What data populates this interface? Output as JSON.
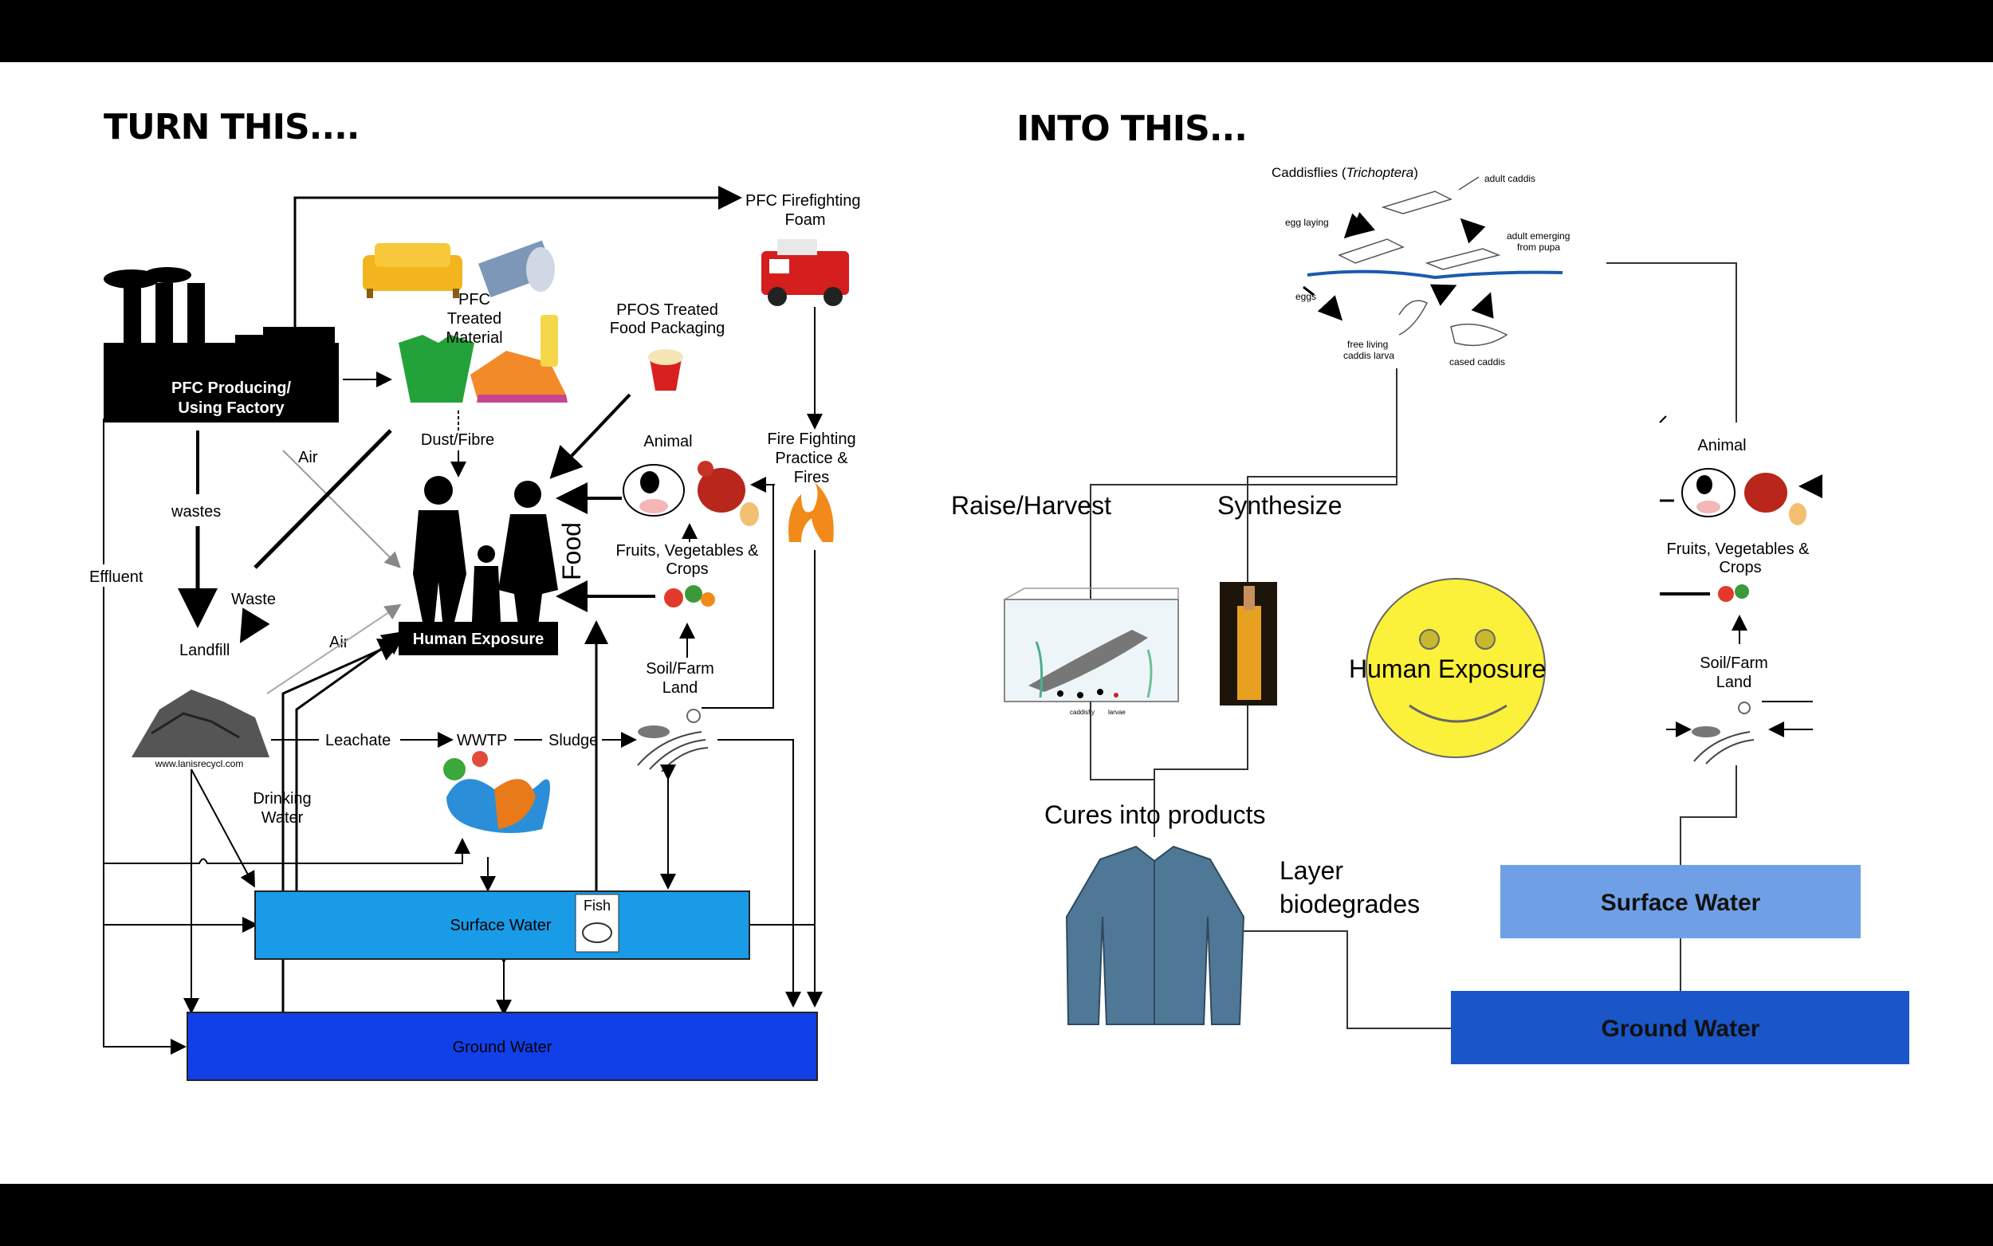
{
  "headings": {
    "left": "TURN THIS....",
    "right": "INTO THIS..."
  },
  "left_diagram": {
    "factory": [
      "PFC Producing/",
      "Using Factory"
    ],
    "firefighting_foam": [
      "PFC Firefighting",
      "Foam"
    ],
    "treated_material": [
      "PFC",
      "Treated",
      "Material"
    ],
    "food_packaging": [
      "PFOS Treated",
      "Food Packaging"
    ],
    "dust_fibre": "Dust/Fibre",
    "air_top": "Air",
    "air_mid": "Air",
    "wastes": "wastes",
    "waste": "Waste",
    "effluent": "Effluent",
    "landfill": "Landfill",
    "animal": "Animal",
    "fire_practice": [
      "Fire Fighting",
      "Practice &",
      "Fires"
    ],
    "fruits": [
      "Fruits, Vegetables &",
      "Crops"
    ],
    "food": "Food",
    "human_exposure": "Human Exposure",
    "soil": [
      "Soil/Farm",
      "Land"
    ],
    "leachate": "Leachate",
    "wwtp": "WWTP",
    "sludge": "Sludge",
    "drinking_water": [
      "Drinking",
      "Water"
    ],
    "surface_water": "Surface Water",
    "fish": "Fish",
    "ground_water": "Ground Water",
    "landfill_credit": "www.lanisrecycl.com"
  },
  "right_diagram": {
    "caddis_title_prefix": "Caddisflies (",
    "caddis_title_italic": "Trichoptera",
    "caddis_title_suffix": ")",
    "caddis_labels": {
      "adult": "adult caddis",
      "egg_laying": "egg laying",
      "emerging": [
        "adult emerging",
        "from pupa"
      ],
      "eggs": "eggs",
      "free_living": [
        "free living",
        "caddis larva"
      ],
      "cased": "cased caddis"
    },
    "tank_labels": [
      "caddisfly",
      "larvae"
    ],
    "raise_harvest": "Raise/Harvest",
    "synthesize": "Synthesize",
    "human_exposure": "Human Exposure",
    "cures": "Cures into products",
    "layer": [
      "Layer",
      "biodegrades"
    ],
    "animal": "Animal",
    "fruits": [
      "Fruits, Vegetables &",
      "Crops"
    ],
    "soil": [
      "Soil/Farm",
      "Land"
    ],
    "surface_water": "Surface Water",
    "ground_water": "Ground Water"
  },
  "colors": {
    "surface_water_left": "#1a9be8",
    "ground_water_left": "#1140e8",
    "surface_water_right": "#6fa0e6",
    "ground_water_right": "#1a56c8",
    "smiley": "#fbf03a"
  }
}
